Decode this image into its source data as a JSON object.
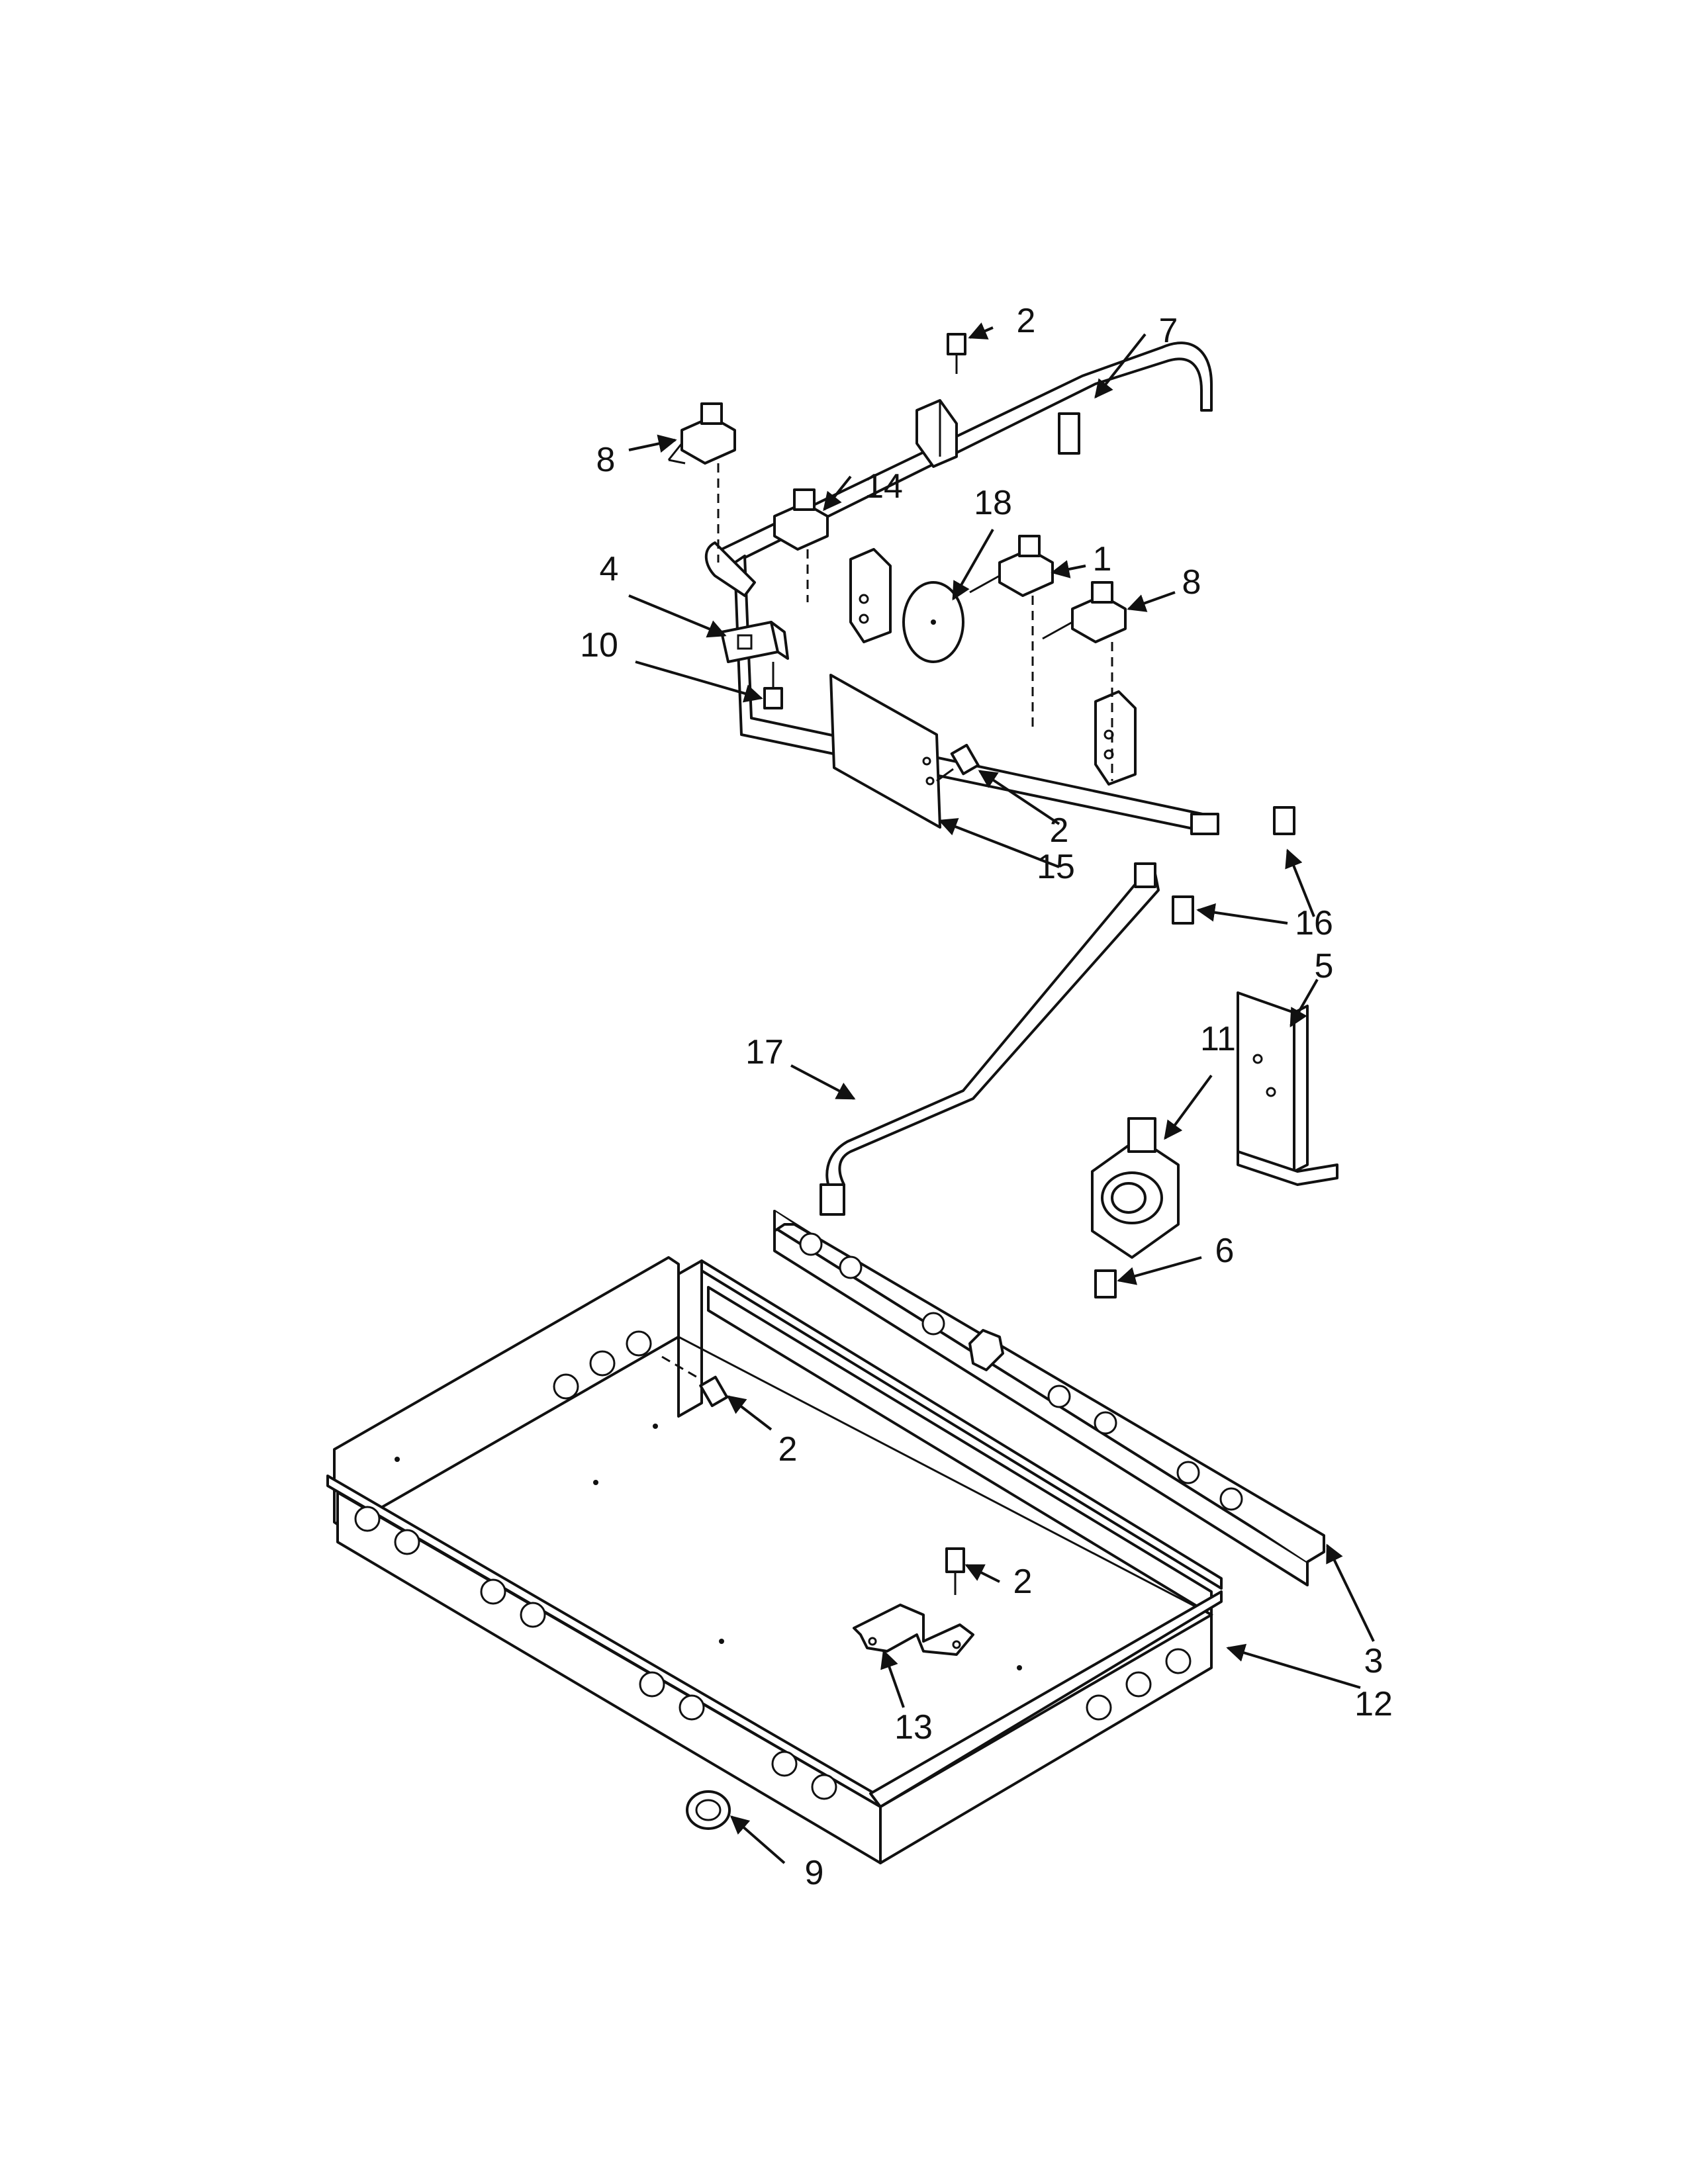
{
  "callouts": {
    "c1": "1",
    "c2a": "2",
    "c2b": "2",
    "c2c": "2",
    "c2d": "2",
    "c3": "3",
    "c4": "4",
    "c5": "5",
    "c6": "6",
    "c7": "7",
    "c8a": "8",
    "c8b": "8",
    "c9": "9",
    "c10": "10",
    "c11": "11",
    "c12": "12",
    "c13": "13",
    "c14": "14",
    "c15": "15",
    "c16": "16",
    "c17": "17",
    "c18": "18"
  }
}
